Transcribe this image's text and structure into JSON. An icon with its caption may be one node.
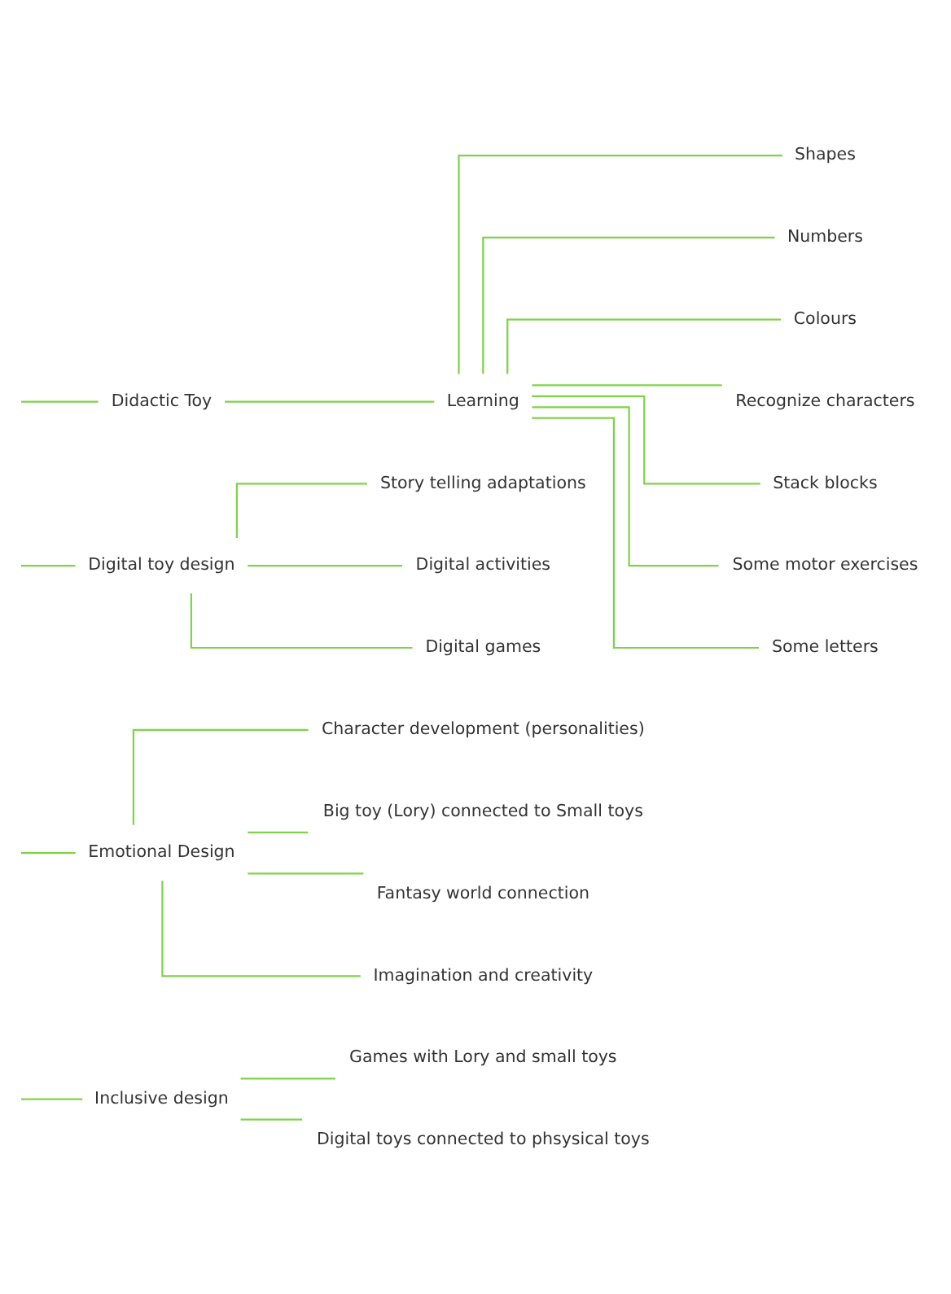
{
  "diagram": {
    "nodes": [
      {
        "text": [
          "Inclusive design"
        ]
      },
      {
        "text": [
          "Games with Lory and small toys"
        ]
      },
      {
        "text": [
          "Digital toys connected to phsysical toys"
        ]
      },
      {
        "text": [
          "Emotional Design"
        ]
      },
      {
        "text": [
          "Character development (personalities)"
        ]
      },
      {
        "text": [
          "Big toy (Lory) connected to Small toys"
        ]
      },
      {
        "text": [
          "Fantasy world connection"
        ]
      },
      {
        "text": [
          "Imagination and creativity"
        ]
      },
      {
        "text": [
          "Digital toy design"
        ]
      },
      {
        "text": [
          "Story telling adaptations"
        ]
      },
      {
        "text": [
          "Digital activities"
        ]
      },
      {
        "text": [
          "Digital games"
        ]
      },
      {
        "text": [
          "Didactic Toy"
        ]
      },
      {
        "text": [
          "Learning"
        ]
      },
      {
        "text": [
          "Shapes"
        ]
      },
      {
        "text": [
          "Numbers"
        ]
      },
      {
        "text": [
          "Colours"
        ]
      },
      {
        "text": [
          "Recognize characters"
        ]
      },
      {
        "text": [
          "Stack blocks"
        ]
      },
      {
        "text": [
          "Some motor exercises"
        ]
      },
      {
        "text": [
          "Some letters"
        ]
      }
    ],
    "edges": [
      {
        "from": null,
        "to": 0,
        "arrow": "none"
      },
      {
        "from": null,
        "to": 3,
        "arrow": "none"
      },
      {
        "from": null,
        "to": 8,
        "arrow": "none"
      },
      {
        "from": null,
        "to": 12,
        "arrow": "none"
      },
      {
        "from": 0,
        "to": 1,
        "arrow": "none"
      },
      {
        "from": 0,
        "to": 2,
        "arrow": "none"
      },
      {
        "from": 3,
        "to": 4,
        "arrow": "none"
      },
      {
        "from": 3,
        "to": 5,
        "arrow": "none"
      },
      {
        "from": 3,
        "to": 6,
        "arrow": "none"
      },
      {
        "from": 3,
        "to": 7,
        "arrow": "none"
      },
      {
        "from": 8,
        "to": 9,
        "arrow": "none"
      },
      {
        "from": 8,
        "to": 10,
        "arrow": "none"
      },
      {
        "from": 8,
        "to": 11,
        "arrow": "none"
      },
      {
        "from": 12,
        "to": 13,
        "arrow": "none"
      },
      {
        "from": 13,
        "to": 14,
        "arrow": "none"
      },
      {
        "from": 13,
        "to": 15,
        "arrow": "none"
      },
      {
        "from": 13,
        "to": 16,
        "arrow": "none"
      },
      {
        "from": 13,
        "to": 17,
        "arrow": "none"
      },
      {
        "from": 13,
        "to": 18,
        "arrow": "none"
      },
      {
        "from": 13,
        "to": 19,
        "arrow": "none"
      },
      {
        "from": 13,
        "to": 20,
        "arrow": "none"
      }
    ]
  }
}
